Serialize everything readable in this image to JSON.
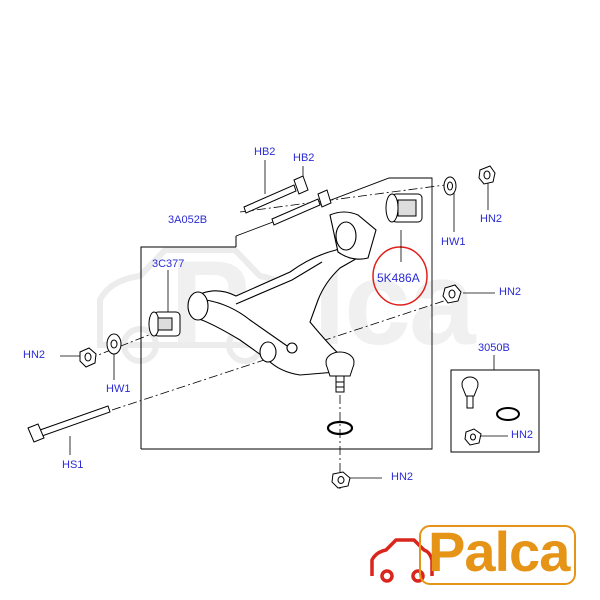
{
  "labels": {
    "hb2_left": "HB2",
    "hb2_right": "HB2",
    "assembly": "3A052B",
    "bushing_front": "3C377",
    "bushing_rear": "5K486A",
    "hn2_top_right": "HN2",
    "hw1_right": "HW1",
    "hn2_mid_right": "HN2",
    "hn2_left": "HN2",
    "hw1_left": "HW1",
    "hs1": "HS1",
    "ball_joint_kit": "3050B",
    "hn2_kit": "HN2",
    "hn2_bottom": "HN2"
  },
  "watermark": "Palca",
  "logo": "Palca",
  "colors": {
    "label_text": "#2b2bd6",
    "highlight_circle": "#e0201c",
    "logo_orange": "#e69417",
    "logo_car_red": "#d9251c",
    "line_work": "#000000",
    "watermark_gray": "#ececec"
  }
}
